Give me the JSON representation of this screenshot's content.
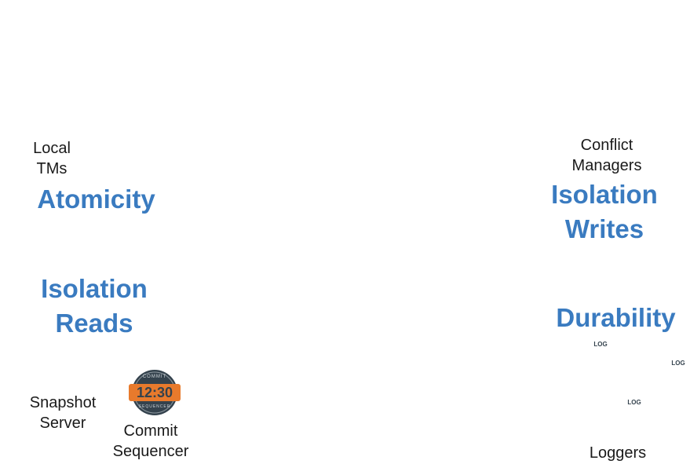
{
  "quadrants": {
    "top_left": {
      "caption_line1": "Local",
      "caption_line2": "TMs",
      "heading": "Atomicity",
      "icon": "robot-icon"
    },
    "top_right": {
      "caption_line1": "Conflict",
      "caption_line2": "Managers",
      "heading_line1": "Isolation",
      "heading_line2": "Writes",
      "icon": "biohazard-icon"
    },
    "bottom_left": {
      "heading_line1": "Isolation",
      "heading_line2": "Reads",
      "snapshot_line1": "Snapshot",
      "snapshot_line2": "Server",
      "sequencer_line1": "Commit",
      "sequencer_line2": "Sequencer",
      "clock_time": "12:30",
      "clock_top": "COMMIT",
      "clock_bottom": "SEQUENCER",
      "icons": [
        "camera-icon",
        "clock-badge-icon"
      ]
    },
    "bottom_right": {
      "heading": "Durability",
      "caption": "Loggers",
      "log_label": "LOG",
      "icon": "log-book-icon"
    }
  },
  "center": {
    "icon": "four-way-arrows-icon"
  },
  "colors": {
    "heading_blue": "#3a7bc0",
    "robot_body": "#a9d8e8",
    "robot_head": "#2d3b45",
    "accent_orange": "#e87a2c",
    "dark_slate": "#34424d"
  }
}
